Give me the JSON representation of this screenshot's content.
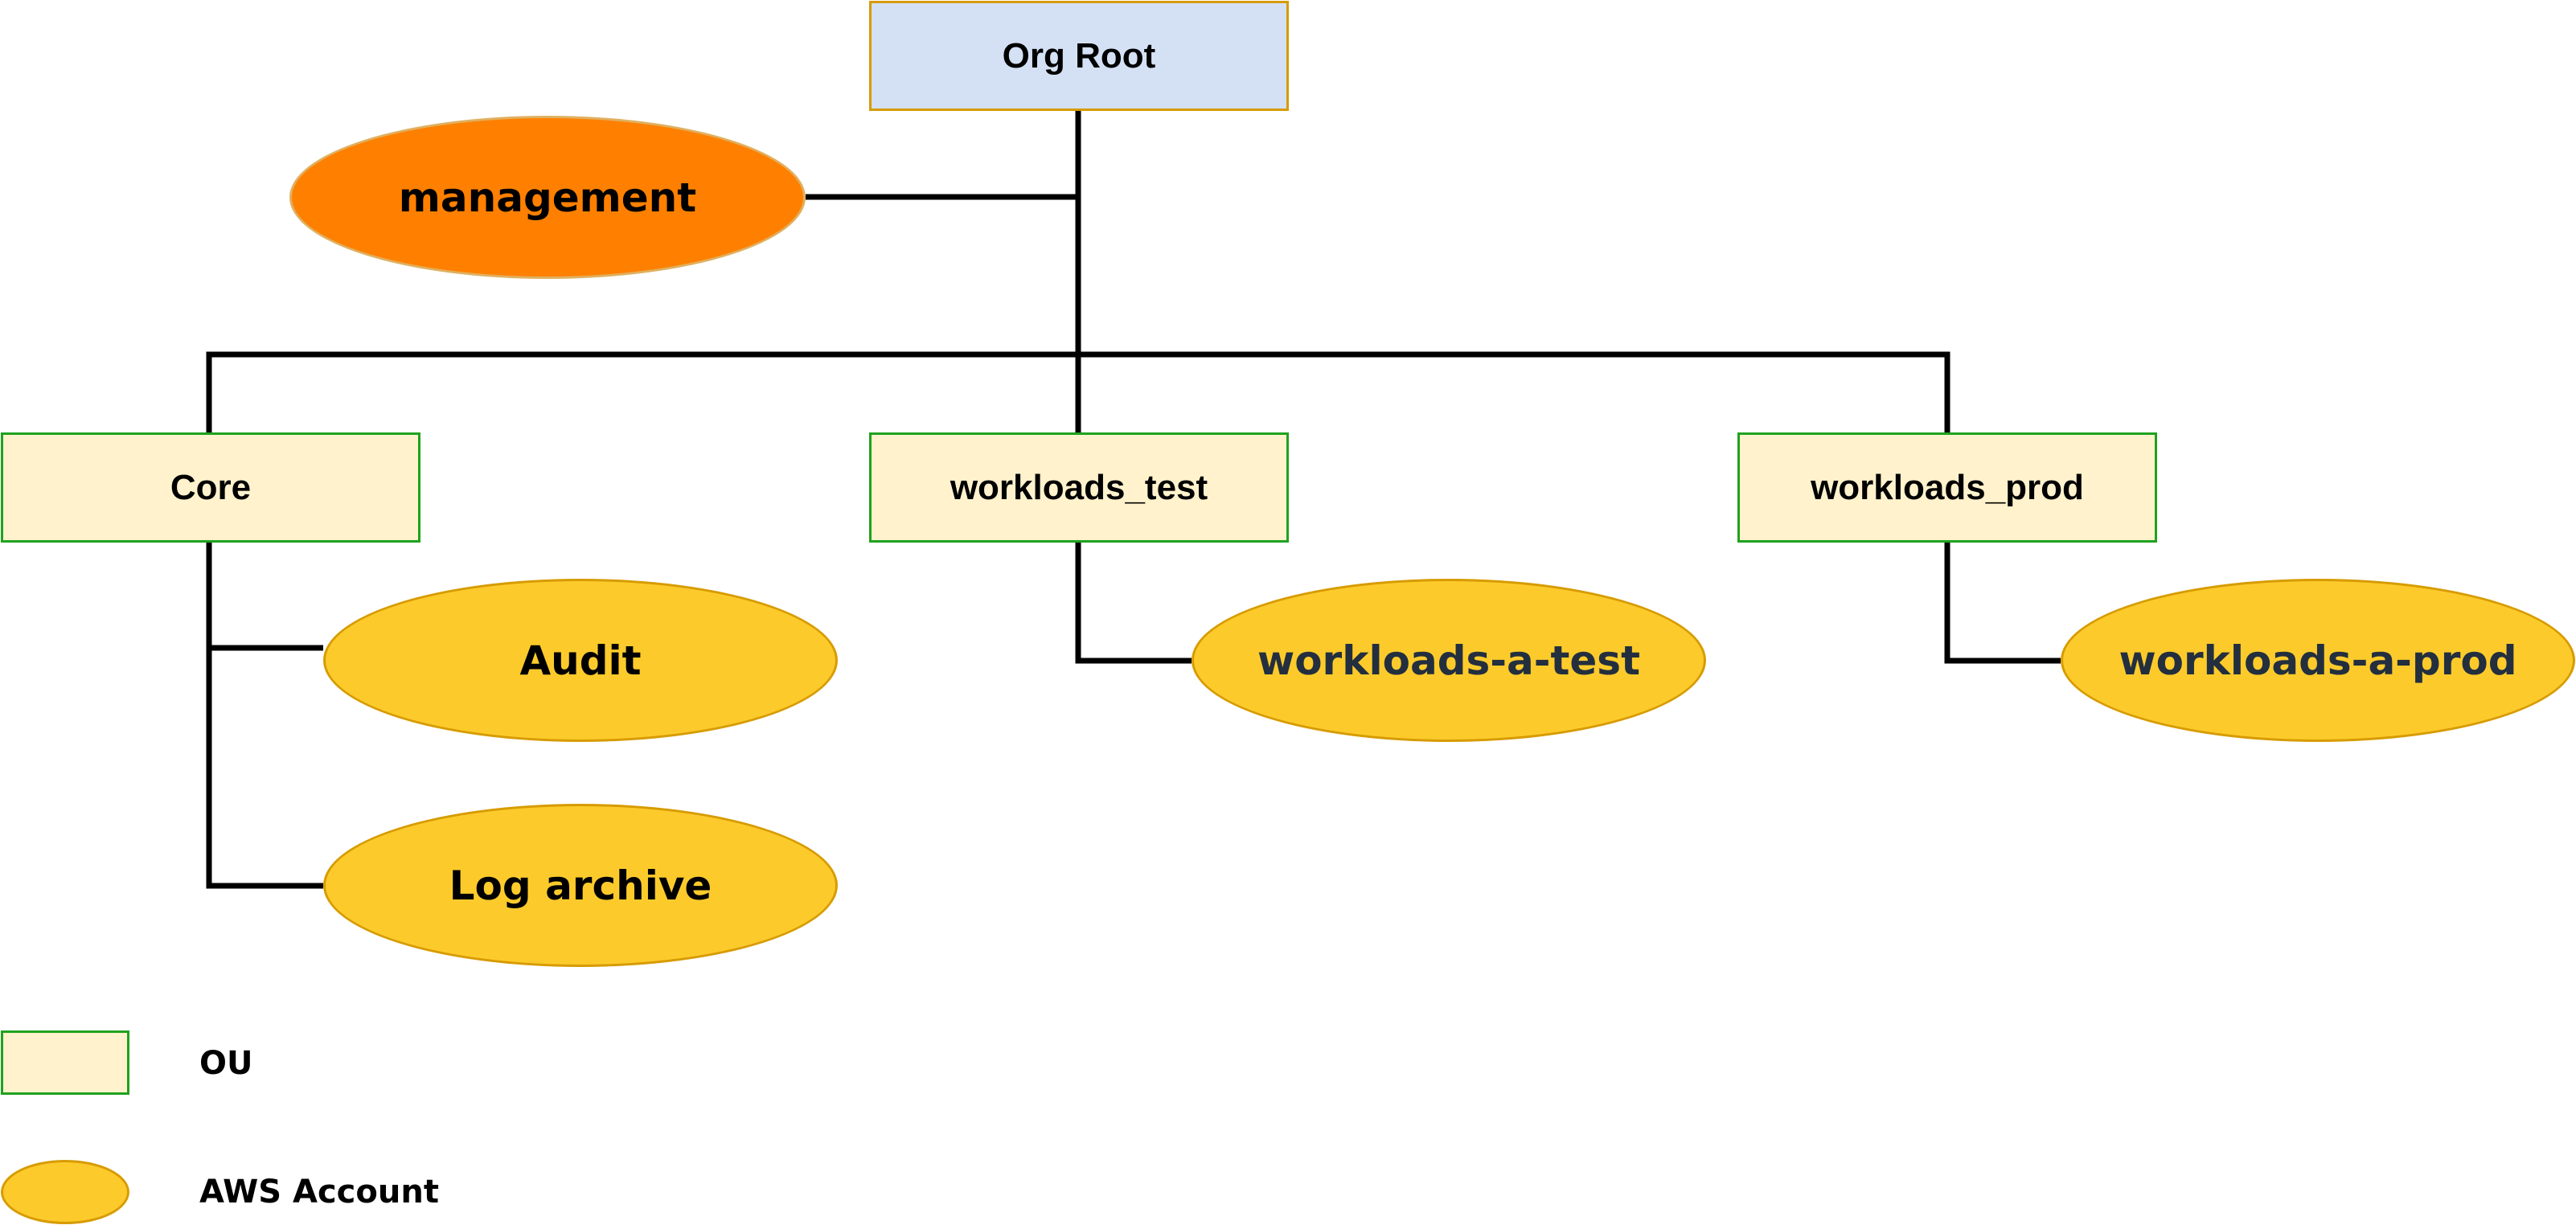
{
  "diagram": {
    "colors": {
      "root_fill": "#D4E1F5",
      "root_border": "#D79B00",
      "ou_fill": "#FFF2CC",
      "ou_border": "#1FA21F",
      "account_fill": "#FCCB2B",
      "account_border": "#D79B00",
      "management_fill": "#FF8000",
      "management_border": "#E0B060",
      "edge": "#000000",
      "dark_label": "#232F3E"
    },
    "root": {
      "label": "Org Root"
    },
    "management": {
      "label": "management"
    },
    "ous": [
      {
        "id": "core",
        "label": "Core"
      },
      {
        "id": "workloads_test",
        "label": "workloads_test"
      },
      {
        "id": "workloads_prod",
        "label": "workloads_prod"
      }
    ],
    "accounts": [
      {
        "id": "audit",
        "label": "Audit",
        "parent": "core"
      },
      {
        "id": "log_archive",
        "label": "Log archive",
        "parent": "core"
      },
      {
        "id": "workloads_a_test",
        "label": "workloads-a-test",
        "parent": "workloads_test"
      },
      {
        "id": "workloads_a_prod",
        "label": "workloads-a-prod",
        "parent": "workloads_prod"
      }
    ],
    "legend": [
      {
        "shape": "rect",
        "label": "OU"
      },
      {
        "shape": "ellipse",
        "label": "AWS Account"
      }
    ]
  }
}
